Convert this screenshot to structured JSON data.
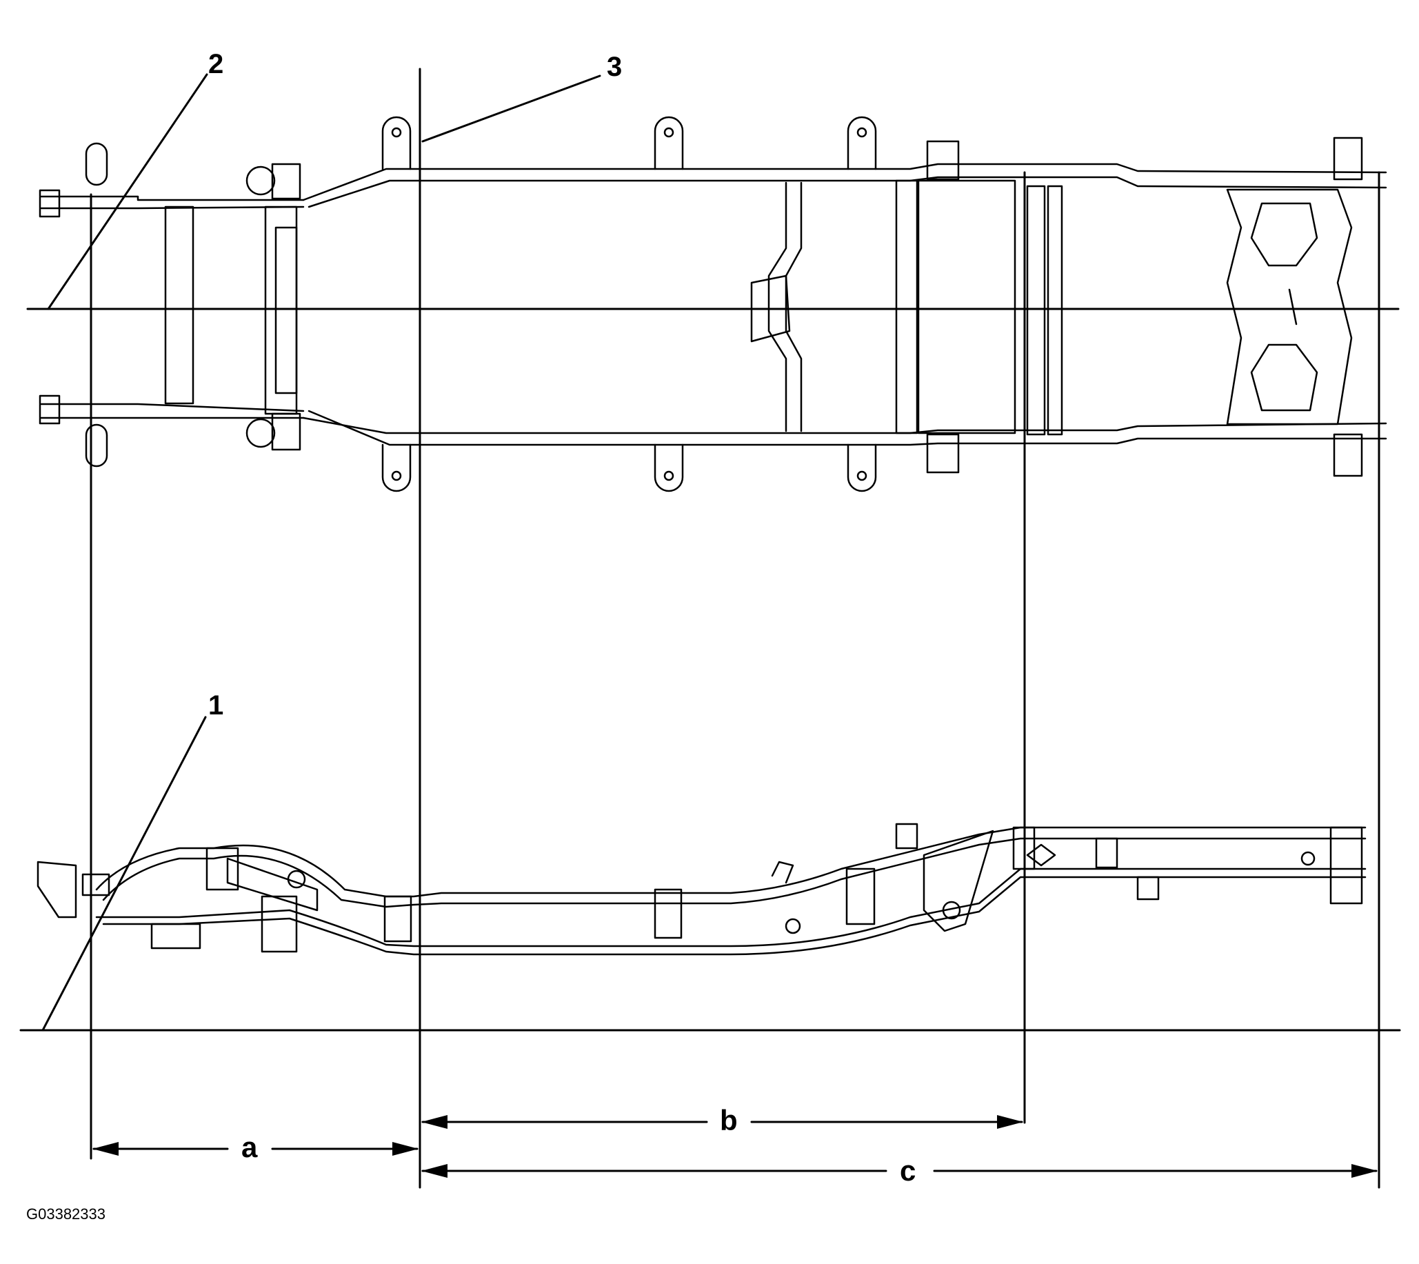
{
  "figure": {
    "id_code": "G03382333",
    "callouts": {
      "c1": "1",
      "c2": "2",
      "c3": "3"
    },
    "dimensions": {
      "a": "a",
      "b": "b",
      "c": "c"
    }
  }
}
